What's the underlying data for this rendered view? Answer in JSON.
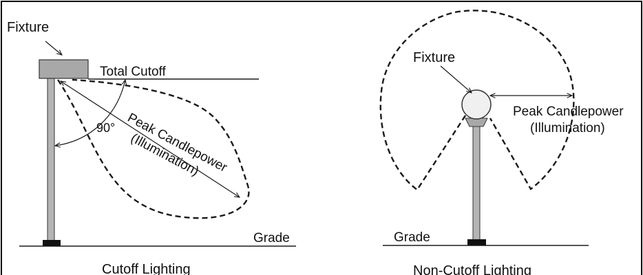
{
  "left": {
    "fixture_label": "Fixture",
    "total_cutoff_label": "Total Cutoff",
    "angle_label": "90°",
    "peak_label_line1": "Peak Candlepower",
    "peak_label_line2": "(Illumination)",
    "grade_label": "Grade",
    "caption": "Cutoff Lighting"
  },
  "right": {
    "fixture_label": "Fixture",
    "peak_label_line1": "Peak Candlepower",
    "peak_label_line2": "(Illumination)",
    "grade_label": "Grade",
    "caption": "Non-Cutoff Lighting"
  },
  "colors": {
    "stroke": "#1a1a1a",
    "pole": "#b4b4b4",
    "fixture_box": "#a8a8a8",
    "base": "#111111",
    "globe": "#f0f0f0"
  }
}
